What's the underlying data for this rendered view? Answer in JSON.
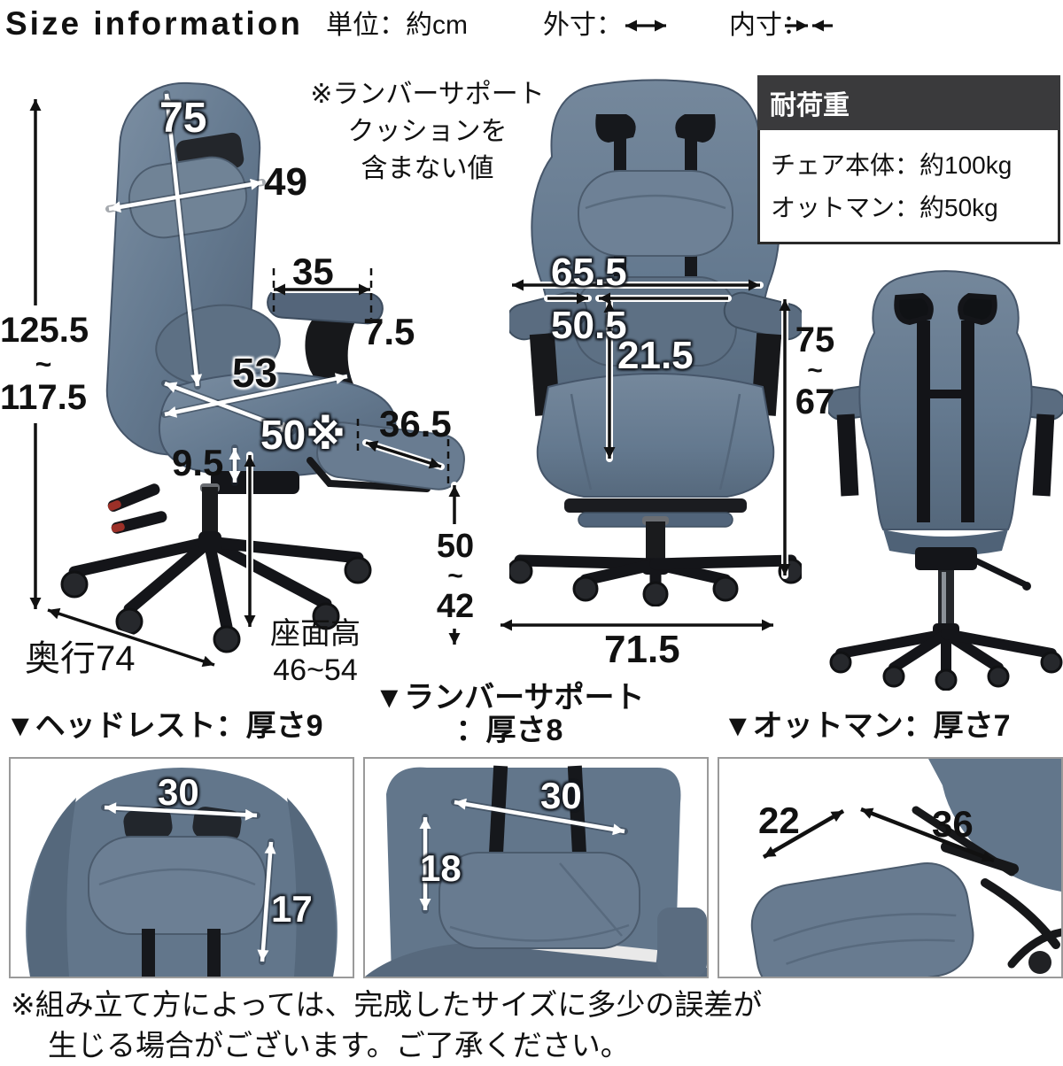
{
  "header": {
    "title": "Size information",
    "unit": "単位：約cm",
    "outer_label": "外寸：",
    "inner_label": "内寸：",
    "icons": {
      "outer": "double-headed-arrow",
      "inner": "inward-arrows"
    }
  },
  "lumbar_note": {
    "line1": "※ランバーサポート",
    "line2": "クッションを",
    "line3": "含まない値"
  },
  "load_capacity": {
    "title": "耐荷重",
    "chair": "チェア本体：約100kg",
    "ottoman": "オットマン：約50kg"
  },
  "side_view": {
    "backrest_diagonal": "75",
    "backrest_width": "49",
    "height_max": "125.5",
    "height_tilde": "~",
    "height_min": "117.5",
    "armrest_length": "35",
    "armrest_pad_height": "7.5",
    "seat_diagonal": "53",
    "seat_width": "50※",
    "footrest_length": "36.5",
    "seat_cushion_thickness": "9.5",
    "depth": "奥行74",
    "seat_height_label": "座面高",
    "seat_height_range": "46~54",
    "footrest_height_max": "50",
    "footrest_tilde": "~",
    "footrest_height_min": "42"
  },
  "front_view": {
    "outer_width": "65.5",
    "inner_width": "50.5",
    "lumbar_to_seat": "21.5",
    "backrest_max": "75",
    "backrest_tilde": "~",
    "backrest_min": "67",
    "base_width": "71.5"
  },
  "detail_sections": {
    "headrest": {
      "label": "▼ヘッドレスト：厚さ9",
      "width": "30",
      "height": "17"
    },
    "lumbar": {
      "label1": "▼ランバーサポート",
      "label2": "：厚さ8",
      "width": "30",
      "height": "18"
    },
    "ottoman": {
      "label": "▼オットマン：厚さ7",
      "width": "22",
      "length": "36"
    }
  },
  "footer": {
    "line1": "※組み立て方によっては、完成したサイズに多少の誤差が",
    "line2": "生じる場合がございます。ご了承ください。"
  },
  "colors": {
    "fabric": "#64798f",
    "fabric_dark": "#4e5f72",
    "frame": "#17181b",
    "capacity_header_bg": "#3a3a3c"
  }
}
